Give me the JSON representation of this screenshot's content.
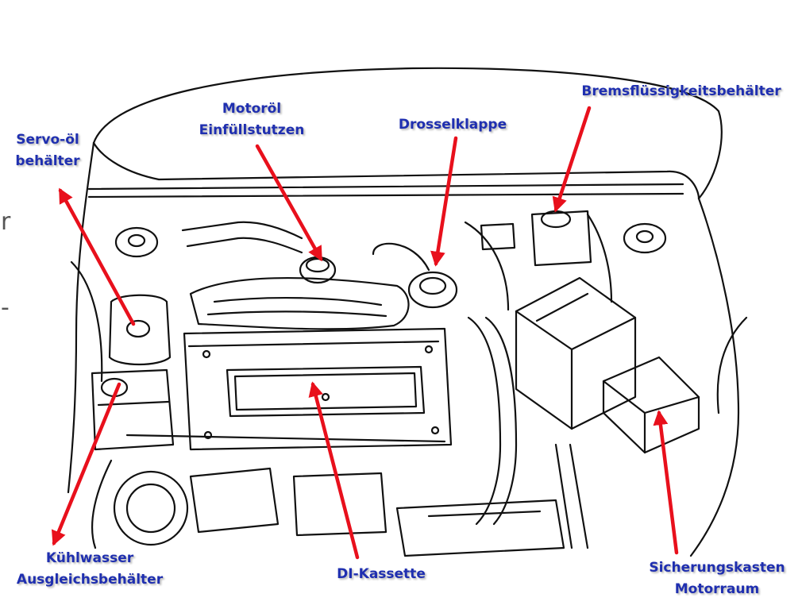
{
  "labels": {
    "servo": [
      "Servo-öl",
      "behälter"
    ],
    "motoroel": [
      "Motoröl",
      "Einfüllstutzen"
    ],
    "drossel": [
      "Drosselklappe"
    ],
    "brems": [
      "Bremsflüssigkeitsbehälter"
    ],
    "kuehl": [
      "Kühlwasser",
      "Ausgleichsbehälter"
    ],
    "di": [
      "DI-Kassette"
    ],
    "sicherung": [
      "Sicherungskasten",
      "Motorraum"
    ]
  },
  "colors": {
    "label_text": "#1f2fb0",
    "arrow": "#e8101c",
    "line_art": "#111111"
  }
}
